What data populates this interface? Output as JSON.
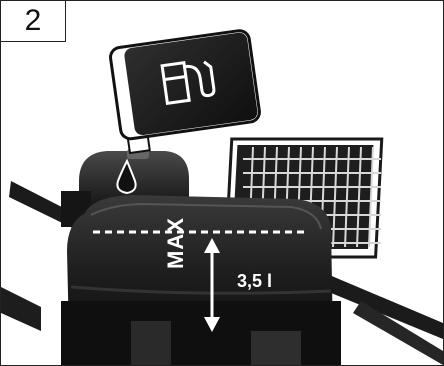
{
  "figure": {
    "step_number": "2",
    "max_label": "MAX",
    "volume_label": "3,5 l"
  },
  "icons": {
    "oil_can": "oil-can-icon",
    "fuel_pump": "fuel-pump-icon",
    "oil_drop": "oil-drop-icon",
    "level_arrow": "double-arrow-icon"
  },
  "colors": {
    "background": "#ffffff",
    "engine_dark": "#1e1e1e",
    "label_text": "#ffffff",
    "frame": "#222222"
  }
}
